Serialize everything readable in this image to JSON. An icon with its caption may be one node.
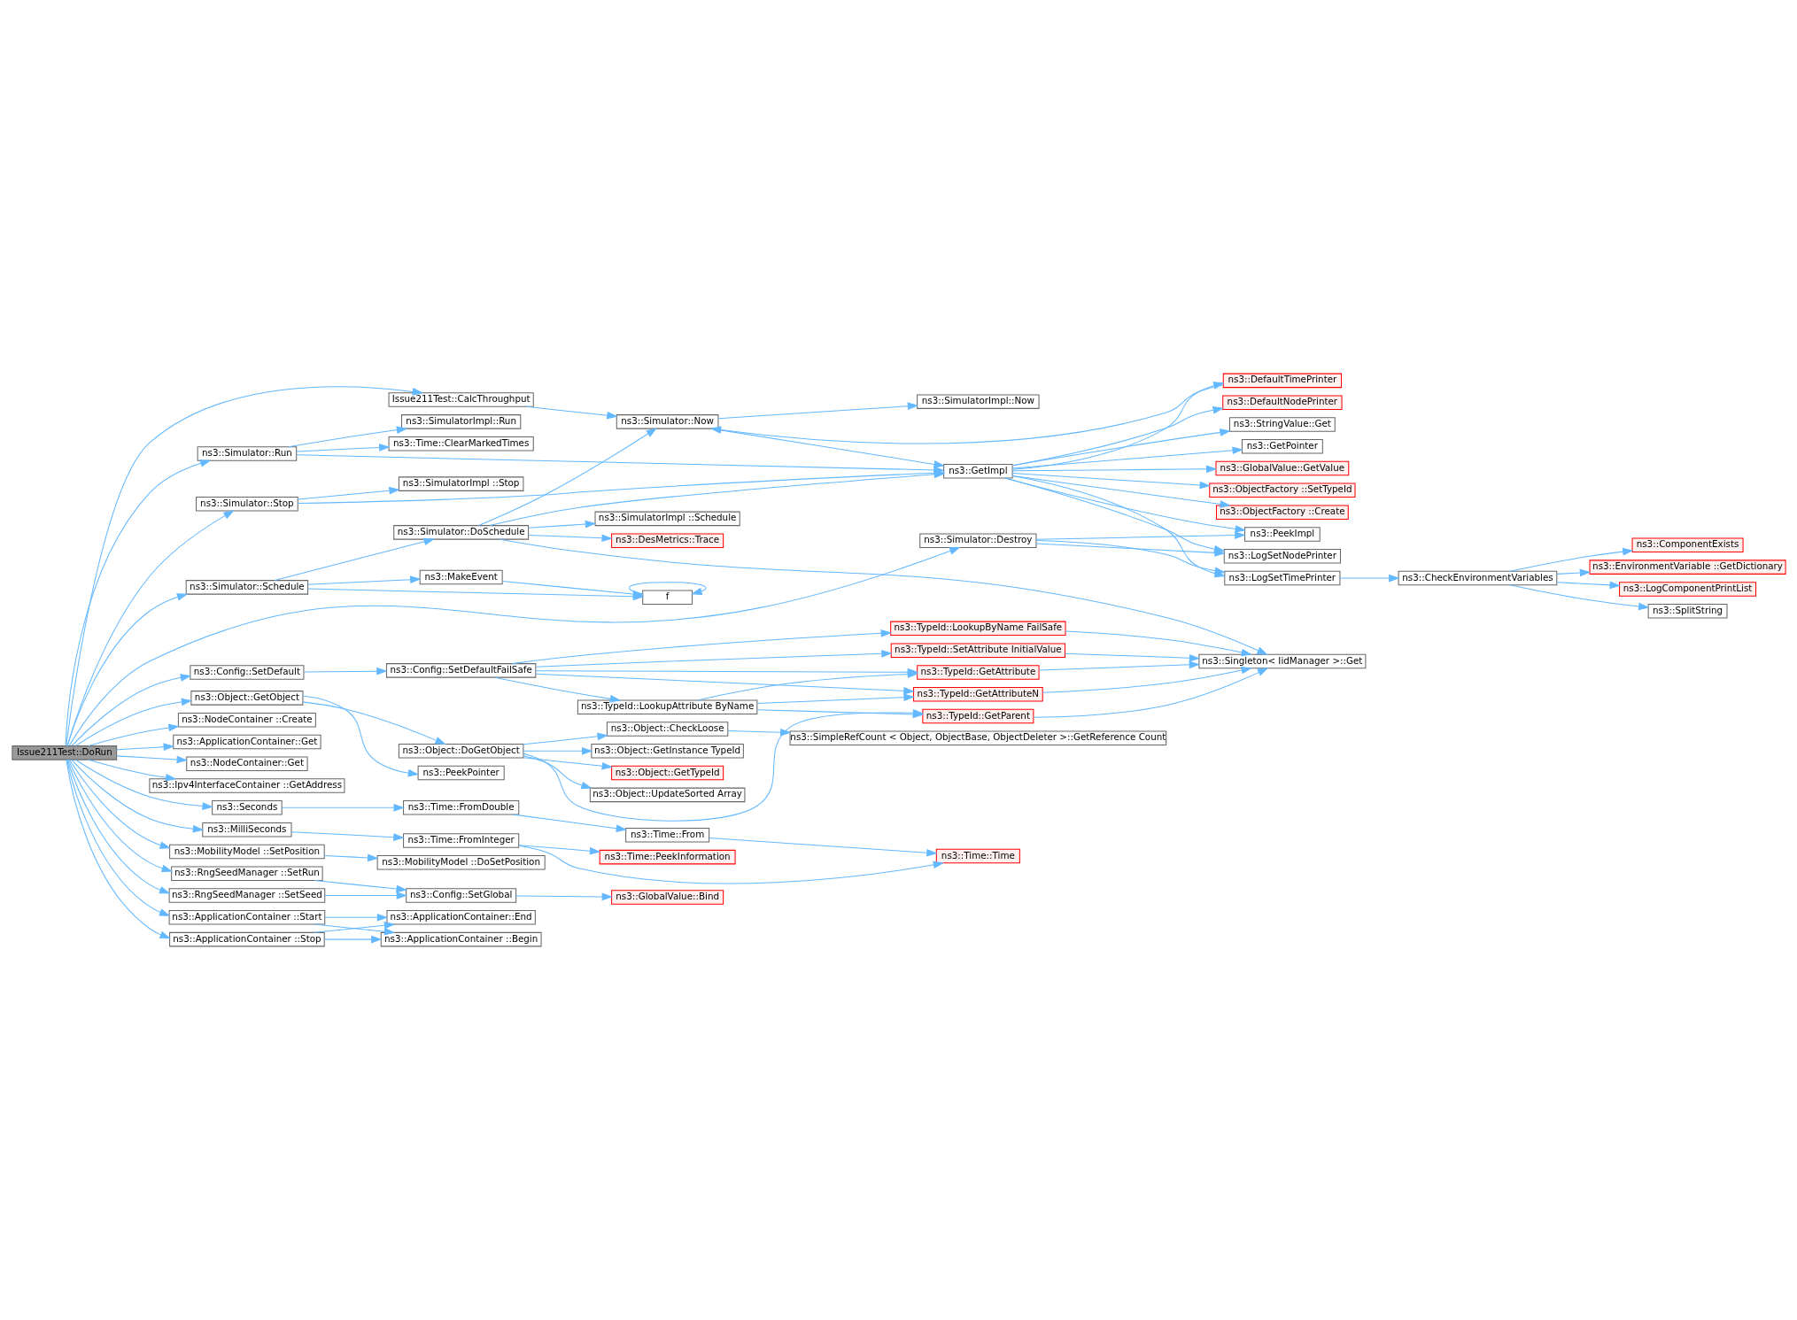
{
  "diagram": {
    "nodes": [
      {
        "text": [
          "Issue211Test::DoRun"
        ]
      },
      {
        "text": [
          "Issue211Test::CalcThroughput"
        ]
      },
      {
        "text": [
          "ns3::Simulator::Run"
        ]
      },
      {
        "text": [
          "ns3::SimulatorImpl::Run"
        ]
      },
      {
        "text": [
          "ns3::Time::ClearMarkedTimes"
        ]
      },
      {
        "text": [
          "ns3::Simulator::Stop"
        ]
      },
      {
        "text": [
          "ns3::SimulatorImpl ::Stop"
        ]
      },
      {
        "text": [
          "ns3::Simulator::Schedule"
        ]
      },
      {
        "text": [
          "ns3::Simulator::DoSchedule"
        ]
      },
      {
        "text": [
          "ns3::MakeEvent"
        ]
      },
      {
        "text": [
          "f"
        ]
      },
      {
        "text": [
          "ns3::Simulator::Now"
        ]
      },
      {
        "text": [
          "ns3::SimulatorImpl::Now"
        ]
      },
      {
        "text": [
          "ns3::GetImpl"
        ]
      },
      {
        "text": [
          "ns3::SimulatorImpl ::Schedule"
        ]
      },
      {
        "text": [
          "ns3::DesMetrics::Trace"
        ]
      },
      {
        "text": [
          "ns3::DefaultTimePrinter"
        ]
      },
      {
        "text": [
          "ns3::DefaultNodePrinter"
        ]
      },
      {
        "text": [
          "ns3::StringValue::Get"
        ]
      },
      {
        "text": [
          "ns3::GetPointer"
        ]
      },
      {
        "text": [
          "ns3::GlobalValue::GetValue"
        ]
      },
      {
        "text": [
          "ns3::ObjectFactory ::SetTypeId"
        ]
      },
      {
        "text": [
          "ns3::ObjectFactory ::Create"
        ]
      },
      {
        "text": [
          "ns3::PeekImpl"
        ]
      },
      {
        "text": [
          "ns3::LogSetNodePrinter"
        ]
      },
      {
        "text": [
          "ns3::LogSetTimePrinter"
        ]
      },
      {
        "text": [
          "ns3::Simulator::Destroy"
        ]
      },
      {
        "text": [
          "ns3::CheckEnvironmentVariables"
        ]
      },
      {
        "text": [
          "ns3::ComponentExists"
        ]
      },
      {
        "text": [
          "ns3::EnvironmentVariable ::GetDictionary"
        ]
      },
      {
        "text": [
          "ns3::LogComponentPrintList"
        ]
      },
      {
        "text": [
          "ns3::SplitString"
        ]
      },
      {
        "text": [
          "ns3::Config::SetDefault"
        ]
      },
      {
        "text": [
          "ns3::Config::SetDefaultFailSafe"
        ]
      },
      {
        "text": [
          "ns3::TypeId::LookupByName FailSafe"
        ]
      },
      {
        "text": [
          "ns3::TypeId::SetAttribute InitialValue"
        ]
      },
      {
        "text": [
          "ns3::TypeId::GetAttribute"
        ]
      },
      {
        "text": [
          "ns3::TypeId::GetAttributeN"
        ]
      },
      {
        "text": [
          "ns3::TypeId::LookupAttribute ByName"
        ]
      },
      {
        "text": [
          "ns3::Singleton< IidManager >::Get"
        ]
      },
      {
        "text": [
          "ns3::Object::GetObject"
        ]
      },
      {
        "text": [
          "ns3::Object::DoGetObject"
        ]
      },
      {
        "text": [
          "ns3::PeekPointer"
        ]
      },
      {
        "text": [
          "ns3::Object::CheckLoose"
        ]
      },
      {
        "text": [
          "ns3::SimpleRefCount < Object, ObjectBase, ObjectDeleter >::GetReference Count"
        ]
      },
      {
        "text": [
          "ns3::Object::GetInstance TypeId"
        ]
      },
      {
        "text": [
          "ns3::Object::GetTypeId"
        ]
      },
      {
        "text": [
          "ns3::Object::UpdateSorted Array"
        ]
      },
      {
        "text": [
          "ns3::TypeId::GetParent"
        ]
      },
      {
        "text": [
          "ns3::NodeContainer ::Create"
        ]
      },
      {
        "text": [
          "ns3::ApplicationContainer::Get"
        ]
      },
      {
        "text": [
          "ns3::NodeContainer::Get"
        ]
      },
      {
        "text": [
          "ns3::Ipv4InterfaceContainer ::GetAddress"
        ]
      },
      {
        "text": [
          "ns3::Seconds"
        ]
      },
      {
        "text": [
          "ns3::Time::FromDouble"
        ]
      },
      {
        "text": [
          "ns3::MilliSeconds"
        ]
      },
      {
        "text": [
          "ns3::Time::FromInteger"
        ]
      },
      {
        "text": [
          "ns3::Time::From"
        ]
      },
      {
        "text": [
          "ns3::Time::PeekInformation"
        ]
      },
      {
        "text": [
          "ns3::Time::Time"
        ]
      },
      {
        "text": [
          "ns3::MobilityModel ::SetPosition"
        ]
      },
      {
        "text": [
          "ns3::MobilityModel ::DoSetPosition"
        ]
      },
      {
        "text": [
          "ns3::RngSeedManager ::SetRun"
        ]
      },
      {
        "text": [
          "ns3::RngSeedManager ::SetSeed"
        ]
      },
      {
        "text": [
          "ns3::Config::SetGlobal"
        ]
      },
      {
        "text": [
          "ns3::GlobalValue::Bind"
        ]
      },
      {
        "text": [
          "ns3::ApplicationContainer ::Start"
        ]
      },
      {
        "text": [
          "ns3::ApplicationContainer::End"
        ]
      },
      {
        "text": [
          "ns3::ApplicationContainer ::Begin"
        ]
      },
      {
        "text": [
          "ns3::ApplicationContainer ::Stop"
        ]
      }
    ],
    "edges": [
      {
        "from": 0,
        "to": 1,
        "arrow": "to"
      },
      {
        "from": 0,
        "to": 2,
        "arrow": "to"
      },
      {
        "from": 0,
        "to": 5,
        "arrow": "to"
      },
      {
        "from": 0,
        "to": 7,
        "arrow": "to"
      },
      {
        "from": 0,
        "to": 26,
        "arrow": "to"
      },
      {
        "from": 0,
        "to": 32,
        "arrow": "to"
      },
      {
        "from": 0,
        "to": 40,
        "arrow": "to"
      },
      {
        "from": 0,
        "to": 49,
        "arrow": "to"
      },
      {
        "from": 0,
        "to": 50,
        "arrow": "to"
      },
      {
        "from": 0,
        "to": 51,
        "arrow": "to"
      },
      {
        "from": 0,
        "to": 52,
        "arrow": "to"
      },
      {
        "from": 0,
        "to": 53,
        "arrow": "to"
      },
      {
        "from": 0,
        "to": 55,
        "arrow": "to"
      },
      {
        "from": 0,
        "to": 60,
        "arrow": "to"
      },
      {
        "from": 0,
        "to": 62,
        "arrow": "to"
      },
      {
        "from": 0,
        "to": 63,
        "arrow": "to"
      },
      {
        "from": 0,
        "to": 66,
        "arrow": "to"
      },
      {
        "from": 0,
        "to": 69,
        "arrow": "to"
      },
      {
        "from": 1,
        "to": 11,
        "arrow": "to"
      },
      {
        "from": 2,
        "to": 3,
        "arrow": "to"
      },
      {
        "from": 2,
        "to": 4,
        "arrow": "to"
      },
      {
        "from": 2,
        "to": 13,
        "arrow": "to"
      },
      {
        "from": 5,
        "to": 13,
        "arrow": "to"
      },
      {
        "from": 5,
        "to": 6,
        "arrow": "to"
      },
      {
        "from": 7,
        "to": 8,
        "arrow": "to"
      },
      {
        "from": 7,
        "to": 9,
        "arrow": "to"
      },
      {
        "from": 7,
        "to": 10,
        "arrow": "to"
      },
      {
        "from": 8,
        "to": 11,
        "arrow": "to"
      },
      {
        "from": 8,
        "to": 13,
        "arrow": "to"
      },
      {
        "from": 8,
        "to": 14,
        "arrow": "to"
      },
      {
        "from": 8,
        "to": 15,
        "arrow": "to"
      },
      {
        "from": 8,
        "to": 39,
        "arrow": "to"
      },
      {
        "from": 9,
        "to": 10,
        "arrow": "to"
      },
      {
        "from": 10,
        "to": 10,
        "arrow": "to"
      },
      {
        "from": 11,
        "to": 12,
        "arrow": "to"
      },
      {
        "from": 11,
        "to": 13,
        "arrow": "to"
      },
      {
        "from": 13,
        "to": 16,
        "arrow": "to"
      },
      {
        "from": 13,
        "to": 17,
        "arrow": "to"
      },
      {
        "from": 13,
        "to": 18,
        "arrow": "to"
      },
      {
        "from": 13,
        "to": 19,
        "arrow": "to"
      },
      {
        "from": 13,
        "to": 20,
        "arrow": "to"
      },
      {
        "from": 13,
        "to": 21,
        "arrow": "to"
      },
      {
        "from": 13,
        "to": 22,
        "arrow": "to"
      },
      {
        "from": 13,
        "to": 23,
        "arrow": "to"
      },
      {
        "from": 13,
        "to": 24,
        "arrow": "to"
      },
      {
        "from": 13,
        "to": 25,
        "arrow": "to"
      },
      {
        "from": 16,
        "to": 11,
        "arrow": "to"
      },
      {
        "from": 26,
        "to": 23,
        "arrow": "to"
      },
      {
        "from": 26,
        "to": 24,
        "arrow": "to"
      },
      {
        "from": 26,
        "to": 25,
        "arrow": "to"
      },
      {
        "from": 25,
        "to": 27,
        "arrow": "to"
      },
      {
        "from": 27,
        "to": 28,
        "arrow": "to"
      },
      {
        "from": 27,
        "to": 29,
        "arrow": "to"
      },
      {
        "from": 27,
        "to": 30,
        "arrow": "to"
      },
      {
        "from": 27,
        "to": 31,
        "arrow": "to"
      },
      {
        "from": 32,
        "to": 33,
        "arrow": "to"
      },
      {
        "from": 33,
        "to": 34,
        "arrow": "to"
      },
      {
        "from": 33,
        "to": 35,
        "arrow": "to"
      },
      {
        "from": 33,
        "to": 36,
        "arrow": "to"
      },
      {
        "from": 33,
        "to": 37,
        "arrow": "to"
      },
      {
        "from": 33,
        "to": 38,
        "arrow": "to"
      },
      {
        "from": 34,
        "to": 39,
        "arrow": "to"
      },
      {
        "from": 35,
        "to": 39,
        "arrow": "to"
      },
      {
        "from": 36,
        "to": 39,
        "arrow": "to"
      },
      {
        "from": 37,
        "to": 39,
        "arrow": "to"
      },
      {
        "from": 38,
        "to": 36,
        "arrow": "to"
      },
      {
        "from": 38,
        "to": 37,
        "arrow": "to"
      },
      {
        "from": 38,
        "to": 48,
        "arrow": "to"
      },
      {
        "from": 40,
        "to": 41,
        "arrow": "to"
      },
      {
        "from": 40,
        "to": 42,
        "arrow": "to"
      },
      {
        "from": 41,
        "to": 43,
        "arrow": "to"
      },
      {
        "from": 41,
        "to": 45,
        "arrow": "to"
      },
      {
        "from": 41,
        "to": 46,
        "arrow": "to"
      },
      {
        "from": 41,
        "to": 47,
        "arrow": "to"
      },
      {
        "from": 41,
        "to": 48,
        "arrow": "to"
      },
      {
        "from": 43,
        "to": 44,
        "arrow": "to"
      },
      {
        "from": 48,
        "to": 39,
        "arrow": "to"
      },
      {
        "from": 53,
        "to": 54,
        "arrow": "to"
      },
      {
        "from": 54,
        "to": 57,
        "arrow": "to"
      },
      {
        "from": 55,
        "to": 56,
        "arrow": "to"
      },
      {
        "from": 56,
        "to": 58,
        "arrow": "to"
      },
      {
        "from": 56,
        "to": 59,
        "arrow": "to"
      },
      {
        "from": 57,
        "to": 59,
        "arrow": "to"
      },
      {
        "from": 60,
        "to": 61,
        "arrow": "to"
      },
      {
        "from": 62,
        "to": 64,
        "arrow": "to"
      },
      {
        "from": 63,
        "to": 64,
        "arrow": "to"
      },
      {
        "from": 64,
        "to": 65,
        "arrow": "to"
      },
      {
        "from": 66,
        "to": 67,
        "arrow": "to"
      },
      {
        "from": 66,
        "to": 68,
        "arrow": "to"
      },
      {
        "from": 69,
        "to": 68,
        "arrow": "to"
      },
      {
        "from": 69,
        "to": 67,
        "arrow": "to"
      }
    ]
  }
}
